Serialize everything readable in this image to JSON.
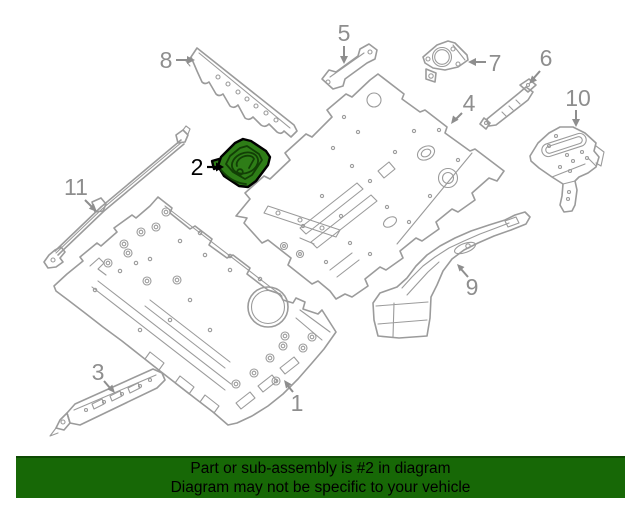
{
  "banner": {
    "line1": "Part or sub-assembly is #2 in diagram",
    "line2": "Diagram may not be specific to your vehicle",
    "background_color": "#176806",
    "text_color": "#000000"
  },
  "diagram": {
    "highlighted_part": "2",
    "line_color": "#9b9b9b",
    "label_color": "#8e8e8e",
    "highlight_fill": "#2e7d17",
    "highlight_outline": "#000000",
    "labels": {
      "n1": "1",
      "n2": "2",
      "n3": "3",
      "n4": "4",
      "n5": "5",
      "n6": "6",
      "n7": "7",
      "n8": "8",
      "n9": "9",
      "n10": "10",
      "n11": "11"
    }
  }
}
